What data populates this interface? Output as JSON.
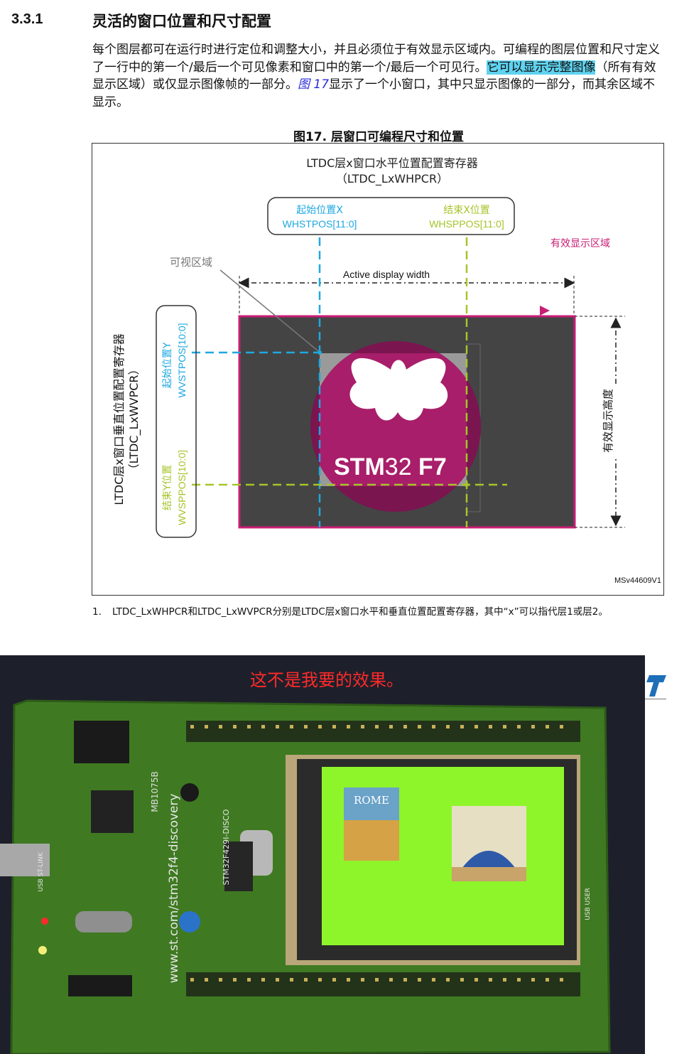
{
  "section": {
    "number": "3.3.1",
    "title": "灵活的窗口位置和尺寸配置"
  },
  "paragraph": {
    "part1": "每个图层都可在运行时进行定位和调整大小，并且必须位于有效显示区域内。可编程的图层位置和尺寸定义了一行中的第一个/最后一个可见像素和窗口中的第一个/最后一个可见行。",
    "highlight": "它可以显示完整图像",
    "part2": "（所有有效显示区域）或仅显示图像帧的一部分。",
    "ref": "图 17",
    "part3": "显示了一个小窗口，其中只显示图像的一部分，而其余区域不显示。"
  },
  "figure": {
    "caption": "图17. 层窗口可编程尺寸和位置",
    "h_register_line1": "LTDC层x窗口水平位置配置寄存器",
    "h_register_line2": "（LTDC_LxWHPCR）",
    "start_x_label": "起始位置X",
    "start_x_reg": "WHSTPOS[11:0]",
    "end_x_label": "结束X位置",
    "end_x_reg": "WHSPPOS[11:0]",
    "active_area_label": "有效显示区域",
    "visible_area_label": "可视区域",
    "active_width_label": "Active display width",
    "v_register_line1": "LTDC层x窗口垂直位置配置寄存器",
    "v_register_line2": "（LTDC_LxWVPCR）",
    "start_y_label": "起始位置Y",
    "start_y_reg": "WVSTPOS[10:0]",
    "end_y_label": "结束Y位置",
    "end_y_reg": "WVSPPOS[10:0]",
    "active_height_label": "有效显示高度",
    "logo_text_a": "STM",
    "logo_text_b": "32",
    "logo_text_c": " F7",
    "figure_id": "MSv44609V1",
    "colors": {
      "blue": "#1ea8e0",
      "green": "#a6c42a",
      "magenta": "#c81e74",
      "panel": "#444444"
    }
  },
  "footnote": {
    "number": "1.",
    "text": "LTDC_LxWHPCR和LTDC_LxWVPCR分别是LTDC层x窗口水平和垂直位置配置寄存器，其中“x”可以指代层1或层2。"
  },
  "photo": {
    "caption": "这不是我要的效果。",
    "board_model": "STM32F429I-DISCO",
    "board_url": "www.st.com/stm32f4-discovery",
    "board_code": "MB1075B",
    "rome_label": "ROME",
    "usb_label": "USB USER",
    "stlink_label": "USB ST-LINK",
    "caption_color": "#ff2a2a",
    "screen_color": "#8ef52a"
  }
}
